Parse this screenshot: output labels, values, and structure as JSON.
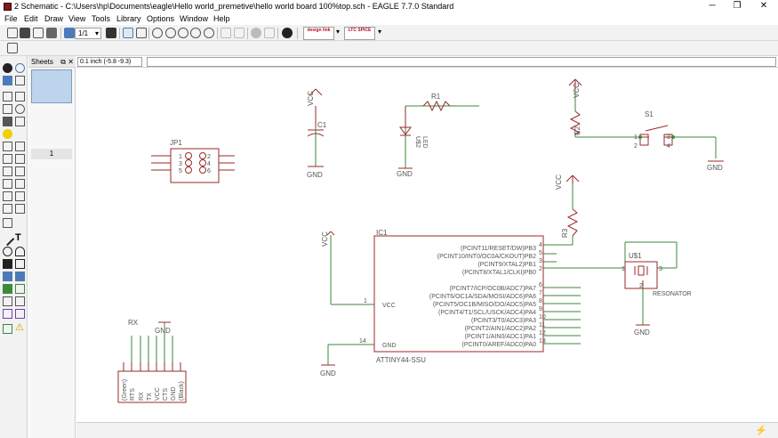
{
  "window": {
    "title": "2 Schematic - C:\\Users\\hp\\Documents\\eagle\\Hello world_premetive\\hello world board 100%top.sch - EAGLE 7.7.0 Standard",
    "minimize": "─",
    "maximize": "❐",
    "close": "✕"
  },
  "menu": {
    "items": [
      "File",
      "Edit",
      "Draw",
      "View",
      "Tools",
      "Library",
      "Options",
      "Window",
      "Help"
    ]
  },
  "toolbar": {
    "sheet_combo": "1/1",
    "design_link_label": "design link",
    "lt_spice_label": "LTC SPICE"
  },
  "sheets_panel": {
    "title": "Sheets",
    "sheet_number": "1"
  },
  "coord_display": "0.1 inch (-5.8 -9.3)",
  "schematic": {
    "jp1": {
      "name": "JP1",
      "pins": [
        "1",
        "3",
        "5",
        "2",
        "4",
        "6"
      ]
    },
    "c1": {
      "name": "C1",
      "vcc": "VCC",
      "gnd": "GND"
    },
    "r1": {
      "name": "R1"
    },
    "led": {
      "name": "U$2",
      "type": "LED",
      "gnd": "GND"
    },
    "r2": {
      "name": "R2",
      "vcc": "VCC"
    },
    "s1": {
      "name": "S1",
      "pins": [
        "1",
        "2",
        "3",
        "4"
      ],
      "gnd": "GND"
    },
    "r3": {
      "name": "R3",
      "vcc": "VCC"
    },
    "ic1": {
      "name": "IC1",
      "value": "ATTINY44-SSU",
      "vcc_label": "VCC",
      "gnd_label": "GND",
      "vcc_pin": "1",
      "gnd_pin": "14",
      "vcc_net": "VCC",
      "gnd_net": "GND",
      "right_pins": [
        {
          "label": "(PCINT11/RESET/DW)PB3",
          "pin": "4"
        },
        {
          "label": "(PCINT10/INT0/OC0A/CKOUT)PB2",
          "pin": "5"
        },
        {
          "label": "(PCINT9/XTAL2)PB1",
          "pin": "3"
        },
        {
          "label": "(PCINT8/XTAL1/CLKI)PB0",
          "pin": "2"
        },
        {
          "label": "(PCINT7/ICP/OC0B/ADC7)PA7",
          "pin": "6"
        },
        {
          "label": "(PCINT6/OC1A/SDA/MOSI/ADC6)PA6",
          "pin": "7"
        },
        {
          "label": "(PCINT5/OC1B/MISO/DO/ADC5)PA5",
          "pin": "8"
        },
        {
          "label": "(PCINT4/T1/SCL/USCK/ADC4)PA4",
          "pin": "9"
        },
        {
          "label": "(PCINT3/T0/ADC3)PA3",
          "pin": "10"
        },
        {
          "label": "(PCINT2/AIN1/ADC2)PA2",
          "pin": "11"
        },
        {
          "label": "(PCINT1/AIN0/ADC1)PA1",
          "pin": "12"
        },
        {
          "label": "(PCINT0/AREF/ADC0)PA0",
          "pin": "13"
        }
      ]
    },
    "u1": {
      "name": "U$1",
      "value": "RESONATOR",
      "pins": [
        "1",
        "2",
        "3"
      ],
      "gnd": "GND"
    },
    "ftdi": {
      "name": "RX",
      "pins": [
        "(Green)",
        "RTS",
        "RX",
        "TX",
        "VCC",
        "CTS",
        "GND",
        "(Black)"
      ],
      "gnd": "GND"
    }
  }
}
